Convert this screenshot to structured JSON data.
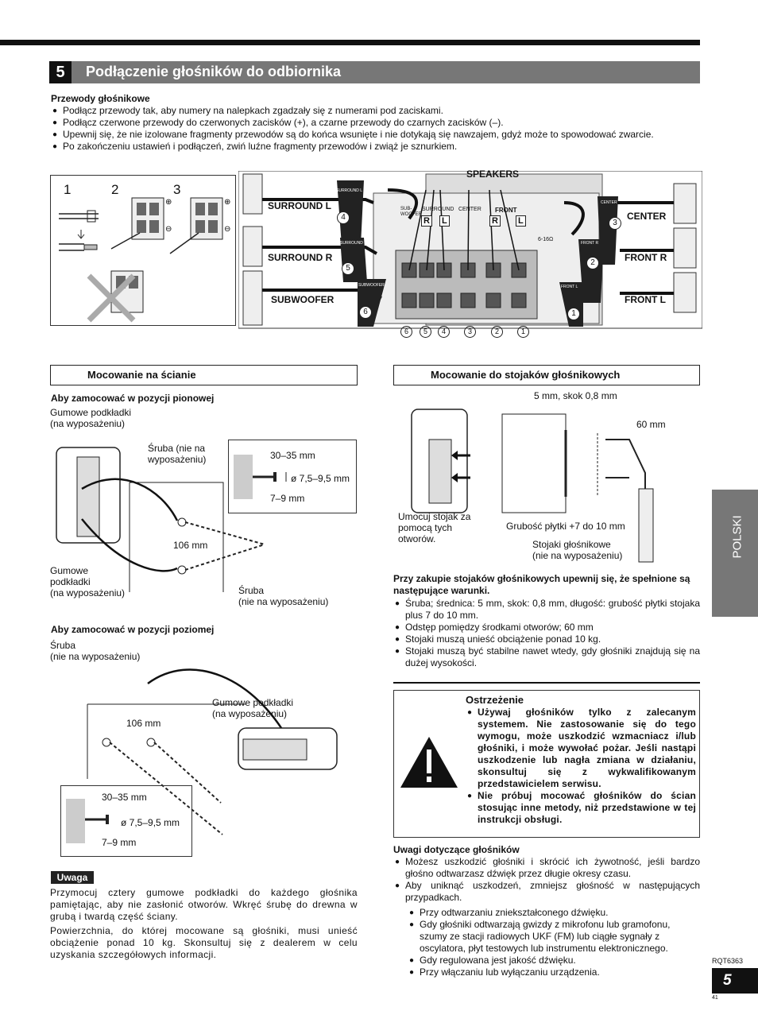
{
  "header": {
    "number": "5",
    "title": "Podłączenie głośników do odbiornika"
  },
  "wires": {
    "heading": "Przewody głośnikowe",
    "bullets": [
      "Podłącz przewody tak, aby numery na nalepkach zgadzały się z numerami pod zaciskami.",
      "Podłącz czerwone przewody do czerwonych zacisków (+), a czarne przewody do czarnych zacisków (–).",
      "Upewnij się, że nie izolowane fragmenty przewodów są do końca wsunięte i nie dotykają się nawzajem, gdyż może to spowodować zwarcie.",
      "Po zakończeniu ustawień i podłączeń, zwiń luźne fragmenty przewodów i zwiąż je sznurkiem."
    ]
  },
  "steps": {
    "s1": "1",
    "s2": "2",
    "s3": "3"
  },
  "diagram": {
    "speakers_label": "SPEAKERS",
    "left_labels": [
      "SURROUND L",
      "SURROUND R",
      "SUBWOOFER"
    ],
    "right_labels": [
      "CENTER",
      "FRONT R",
      "FRONT L"
    ],
    "left_nums": [
      "4",
      "5",
      "6"
    ],
    "right_nums": [
      "3",
      "2",
      "1"
    ],
    "tags": [
      "SURROUND L",
      "SURROUND R",
      "SUBWOOFER",
      "CENTER",
      "FRONT R",
      "FRONT L"
    ],
    "panel_headers": [
      "SUB-\nWOOFER",
      "SURROUND",
      "CENTER",
      "FRONT"
    ],
    "impedance": "6-16Ω",
    "terminal_nums": [
      "6",
      "5",
      "4",
      "3",
      "2",
      "1"
    ],
    "rl": [
      "R",
      "L",
      "R",
      "L"
    ]
  },
  "wall": {
    "title": "Mocowanie na ścianie",
    "vertical_heading": "Aby zamocować w pozycji pionowej",
    "rubber_pads": "Gumowe podkładki\n(na wyposażeniu)",
    "screw_not_incl": "Śruba (nie na\nwyposażeniu)",
    "depth": "30–35 mm",
    "diameter": "ø 7,5–9,5 mm",
    "protrusion": "7–9 mm",
    "spacing": "106 mm",
    "rubber_pads_left": "Gumowe\npodkładki\n(na wyposażeniu)",
    "screw_bottom": "Śruba\n(nie na wyposażeniu)",
    "horizontal_heading": "Aby zamocować w pozycji poziomej",
    "screw_top": "Śruba\n(nie na wyposażeniu)",
    "rubber_pads_h": "Gumowe podkładki\n(na wyposażeniu)"
  },
  "note": {
    "tag": "Uwaga",
    "p1": "Przymocuj cztery gumowe podkładki do każdego głośnika pamiętając, aby nie zasłonić otworów. Wkręć śrubę do drewna w grubą i twardą część ściany.",
    "p2": "Powierzchnia, do której mocowane są głośniki, musi unieść obciążenie ponad 10 kg. Skonsultuj się z dealerem w celu uzyskania szczegółowych informacji."
  },
  "stand": {
    "title": "Mocowanie do stojaków głośnikowych",
    "screw_spec": "5 mm, skok 0,8 mm",
    "sixty": "60 mm",
    "fix_text": "Umocuj stojak za\npomocą tych\notworów.",
    "plate": "Grubość płytki +7 do 10 mm",
    "stands": "Stojaki głośnikowe\n(nie na wyposażeniu)",
    "conditions_heading": "Przy zakupie stojaków głośnikowych upewnij się, że spełnione są następujące warunki.",
    "conditions": [
      "Śruba; średnica: 5 mm, skok: 0,8 mm, długość: grubość płytki stojaka plus 7 do 10 mm.",
      "Odstęp pomiędzy środkami otworów; 60 mm",
      "Stojaki muszą unieść obciążenie ponad 10 kg.",
      "Stojaki muszą być stabilne nawet wtedy, gdy głośniki znajdują się na dużej wysokości."
    ]
  },
  "warning": {
    "title": "Ostrzeżenie",
    "items": [
      "Używaj głośników tylko z zalecanym systemem. Nie zastosowanie się do tego wymogu, może uszkodzić wzmacniacz i/lub głośniki, i może wywołać pożar. Jeśli nastąpi uszkodzenie lub nagła zmiana w działaniu, skonsultuj się z wykwalifikowanym przedstawicielem serwisu.",
      "Nie próbuj mocować głośników do ścian stosując inne metody, niż przedstawione w tej instrukcji obsługi."
    ]
  },
  "cautions": {
    "heading": "Uwagi dotyczące głośników",
    "items": [
      "Możesz uszkodzić głośniki i skrócić ich żywotność, jeśli bardzo głośno odtwarzasz dźwięk przez długie okresy czasu.",
      "Aby uniknąć uszkodzeń, zmniejsz głośność w następujących przypadkach."
    ],
    "sub_items": [
      "Przy odtwarzaniu zniekształconego dźwięku.",
      "Gdy głośniki odtwarzają gwizdy z mikrofonu lub gramofonu, szumy ze stacji radiowych UKF (FM) lub ciągłe sygnały z oscylatora, płyt testowych lub instrumentu elektronicznego.",
      "Gdy regulowana jest jakość dźwięku.",
      "Przy włączaniu lub wyłączaniu urządzenia."
    ]
  },
  "side": {
    "language": "POLSKI",
    "code": "RQT6363",
    "page": "5",
    "small": "41"
  }
}
